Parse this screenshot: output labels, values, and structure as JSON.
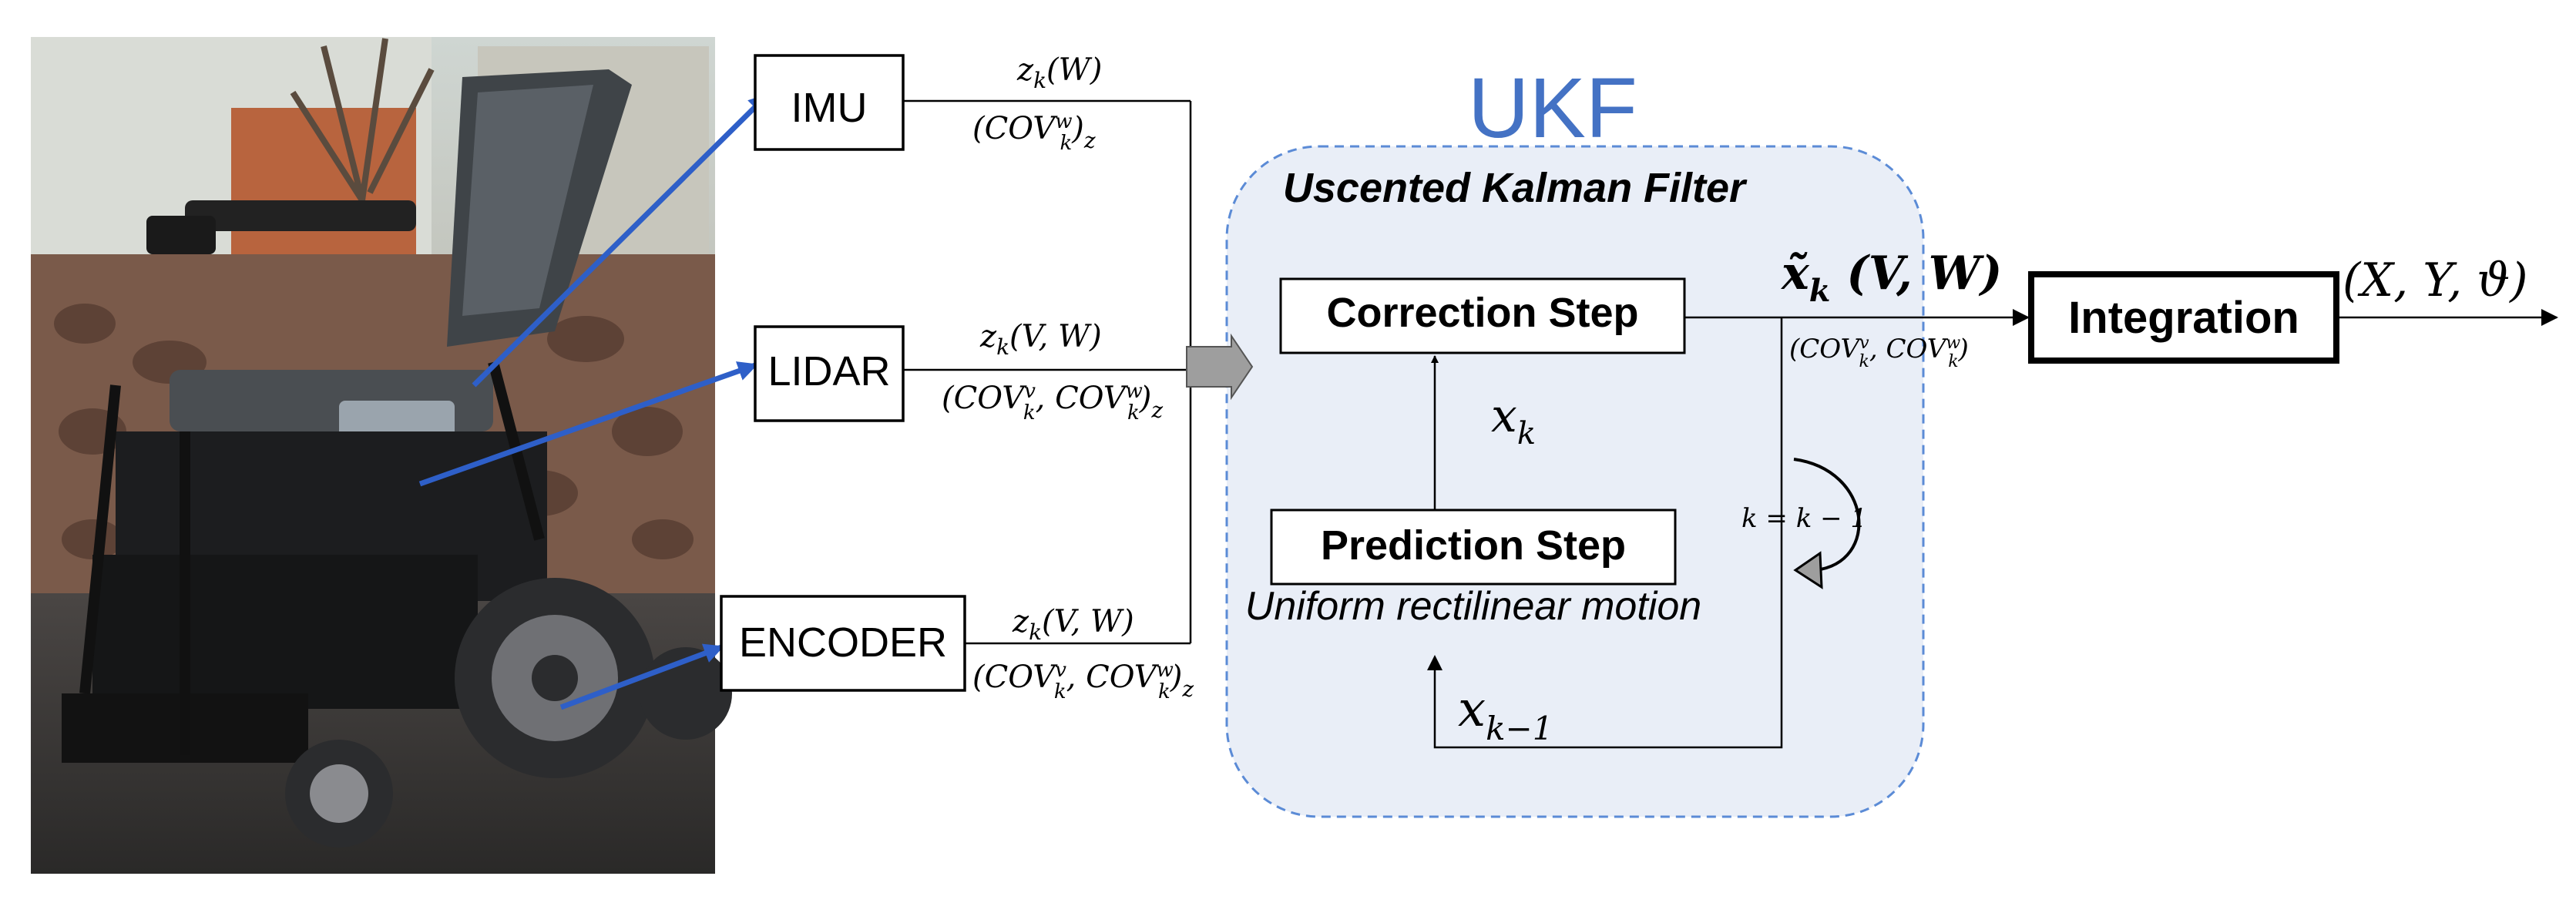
{
  "ukf_heading": "UKF",
  "ukf_subtitle": "Uscented Kalman Filter",
  "sensors": {
    "imu": {
      "label": "IMU",
      "measurement": "z",
      "measurement_sub": "k",
      "measurement_args": "(W)",
      "cov": "(COV",
      "cov_sup": "w",
      "cov_sub": "k",
      "cov_close": ")",
      "cov_tail": "z"
    },
    "lidar": {
      "label": "LIDAR",
      "measurement": "z",
      "measurement_sub": "k",
      "measurement_args": "(V, W)",
      "cov": "(COV",
      "cov_sup1": "v",
      "cov_sub1": "k",
      "cov_mid": ", COV",
      "cov_sup2": "w",
      "cov_sub2": "k",
      "cov_close": ")",
      "cov_tail": "z"
    },
    "encoder": {
      "label": "ENCODER",
      "measurement": "z",
      "measurement_sub": "k",
      "measurement_args": "(V, W)",
      "cov": "(COV",
      "cov_sup1": "v",
      "cov_sub1": "k",
      "cov_mid": ", COV",
      "cov_sup2": "w",
      "cov_sub2": "k",
      "cov_close": ")",
      "cov_tail": "z"
    }
  },
  "steps": {
    "correction": "Correction Step",
    "prediction": "Prediction Step",
    "prediction_note": "Uniform rectilinear motion",
    "integration": "Integration"
  },
  "state": {
    "xk": "x",
    "xk_sub": "k",
    "xk_prev": "x",
    "xk_prev_sub": "k−1",
    "estimate": "x̃",
    "estimate_sub": "k",
    "estimate_args": " (V, W)",
    "estimate_cov": "(COV",
    "estimate_cov_sup1": "v",
    "estimate_cov_sub1": "k",
    "estimate_cov_mid": ", COV",
    "estimate_cov_sup2": "w",
    "estimate_cov_sub2": "k",
    "estimate_cov_close": ")",
    "loop_label": "k = k − 1",
    "output": "(X, Y, ϑ)"
  },
  "colors": {
    "ukf_blue": "#4472C4",
    "ukf_fill": "#E9EEF7",
    "ukf_border": "#5B8BD6",
    "arrow_blue": "#2E5FC8",
    "block_gray": "#9E9E9E"
  },
  "photo": {
    "subject": "powered wheelchair with sensors"
  }
}
